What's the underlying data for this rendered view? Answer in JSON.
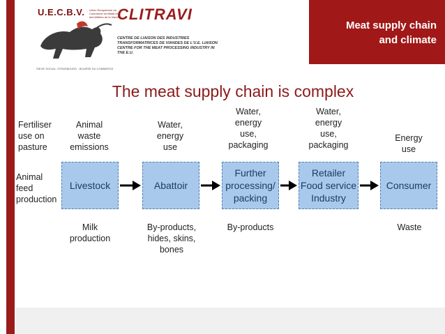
{
  "logos": {
    "uecbv": {
      "abbr": "U.E.C.B.V.",
      "tagline": "Union Européenne du Commerce du Bétail et des Métiers de la Viande",
      "address": "SIEGE SOCIAL: STRASBOURG - BOURSE DU COMMERCE"
    },
    "clitravi": {
      "name": "CLITRAVI",
      "description": "CENTRE DE LIAISON DES INDUSTRIES TRANSFORMATRICES DE VIANDES DE L'U.E. LIAISON CENTRE FOR THE MEAT PROCESSING INDUSTRY IN THE E.U."
    }
  },
  "header": {
    "title": "Meat supply chain\nand climate"
  },
  "colors": {
    "accent": "#9b1b1b",
    "box_fill": "#a9c9ec",
    "title": "#8b1a1a"
  },
  "diagram": {
    "title": "The meat supply chain is complex",
    "inputs_top": {
      "fertiliser": "Fertiliser\nuse on\npasture",
      "animal_waste": "Animal\nwaste\nemissions",
      "abattoir_input": "Water,\nenergy\nuse",
      "processing_input": "Water,\nenergy\nuse,\npackaging",
      "retailer_input": "Water,\nenergy\nuse,\npackaging",
      "consumer_input": "Energy\nuse"
    },
    "animal_feed": "Animal\nfeed\nproduction",
    "stages": {
      "livestock": "Livestock",
      "abattoir": "Abattoir",
      "processing": "Further\nprocessing/\npacking",
      "retailer": "Retailer\nFood service\nIndustry",
      "consumer": "Consumer"
    },
    "outputs": {
      "livestock_out": "Milk\nproduction",
      "abattoir_out": "By-products,\nhides, skins,\nbones",
      "processing_out": "By-products",
      "consumer_out": "Waste"
    }
  }
}
